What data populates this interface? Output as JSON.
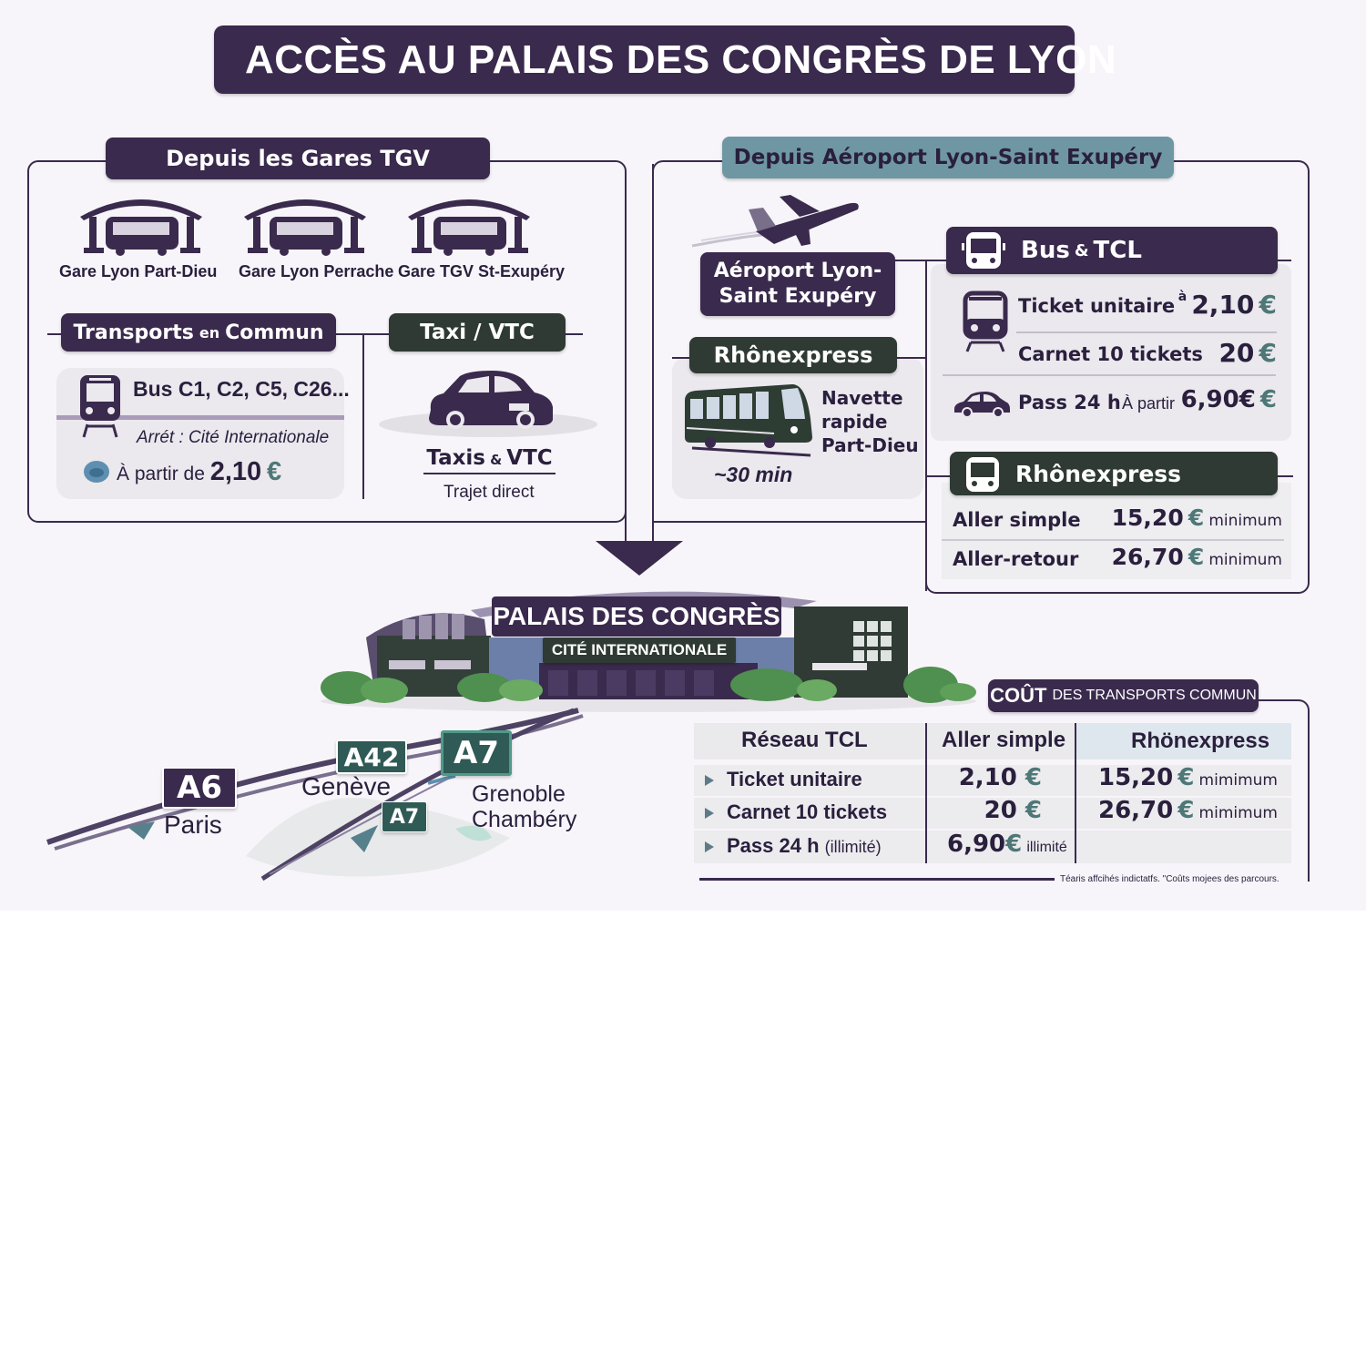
{
  "title": "ACCÈS AU PALAIS DES CONGRÈS DE LYON",
  "tgv_section": {
    "header": "Depuis les Gares TGV",
    "stations": [
      {
        "label": "Gare Lyon Part-Dieu",
        "icon": "station-bus-icon"
      },
      {
        "label": "Gare Lyon Perrache",
        "icon": "station-bus-icon"
      },
      {
        "label": "Gare TGV St-Exupéry",
        "icon": "station-bus-icon"
      }
    ],
    "public_transport": {
      "header_main": "Transports",
      "header_small": "en",
      "header_end": "Commun",
      "bus_lines": "Bus C1, C2, C5, C26...",
      "stop": "Arrét : Cité Internationale",
      "price_prefix": "À partir de",
      "price": "2,10",
      "currency": "€"
    },
    "taxi": {
      "header": "Taxi / VTC",
      "title_a": "Taxis",
      "title_amp": "&",
      "title_b": "VTC",
      "subtitle": "Trajet direct"
    }
  },
  "airport_section": {
    "header": "Depuis Aéroport Lyon-Saint Exupéry",
    "airport_label_line1": "Aéroport Lyon-",
    "airport_label_line2": "Saint Exupéry",
    "rhonexpress_box": {
      "header": "Rhônexpress",
      "desc_line1": "Navette",
      "desc_line2": "rapide",
      "desc_line3": "Part-Dieu",
      "duration": "~30 min"
    },
    "bus_tcl": {
      "header_a": "Bus",
      "header_amp": "&",
      "header_b": "TCL",
      "rows": [
        {
          "label": "Ticket unitaire",
          "prefix": "à",
          "price": "2,10",
          "currency": "€"
        },
        {
          "label": "Carnet 10 tickets",
          "prefix": "",
          "price": "20",
          "currency": "€"
        },
        {
          "label": "Pass 24 h",
          "prefix": "À partir",
          "price": "6,90€",
          "currency": "€"
        }
      ]
    },
    "rhonexpress_prices": {
      "header": "Rhônexpress",
      "rows": [
        {
          "label": "Aller simple",
          "price": "15,20",
          "currency": "€",
          "suffix": "minimum"
        },
        {
          "label": "Aller-retour",
          "price": "26,70",
          "currency": "€",
          "suffix": "minimum"
        }
      ]
    }
  },
  "venue": {
    "name": "PALAIS DES CONGRÈS",
    "subtitle": "CITÉ INTERNATIONALE"
  },
  "roads": [
    {
      "sign": "A6",
      "destination": "Paris",
      "color": "#3a2a4d"
    },
    {
      "sign": "A42",
      "destination": "Genève",
      "color": "#2f5a55"
    },
    {
      "sign": "A7",
      "destination": "Grenoble Chambéry",
      "color": "#2f5a55"
    },
    {
      "sign": "A7",
      "destination": "",
      "color": "#2f5a55"
    }
  ],
  "roads_labels": {
    "grenoble": "Grenoble",
    "chambery": "Chambéry"
  },
  "cost_table": {
    "header_bold": "COÛT",
    "header_rest": "DES TRANSPORTS COMMUN",
    "columns": [
      "Réseau TCL",
      "Aller simple",
      "Rhönexpress"
    ],
    "rows": [
      {
        "label": "Ticket unitaire",
        "label_note": "",
        "tcl_price": "2,10",
        "tcl_currency": "€",
        "tcl_note": "",
        "rx_price": "15,20",
        "rx_currency": "€",
        "rx_note": "mimimum"
      },
      {
        "label": "Carnet 10 tickets",
        "label_note": "",
        "tcl_price": "20",
        "tcl_currency": "€",
        "tcl_note": "",
        "rx_price": "26,70",
        "rx_currency": "€",
        "rx_note": "mimimum"
      },
      {
        "label": "Pass 24 h",
        "label_note": "(illimité)",
        "tcl_price": "6,90",
        "tcl_currency": "€",
        "tcl_note": "illimité",
        "rx_price": "",
        "rx_currency": "",
        "rx_note": ""
      }
    ],
    "footnote": "Téaris affcihés indictatfs. \"Coûts mojees des parcours."
  },
  "colors": {
    "primary_purple": "#3a2a4d",
    "dark_green": "#2e3a33",
    "teal_header": "#6f97a3",
    "euro_teal": "#4d7877",
    "background": "#f7f5f9"
  }
}
